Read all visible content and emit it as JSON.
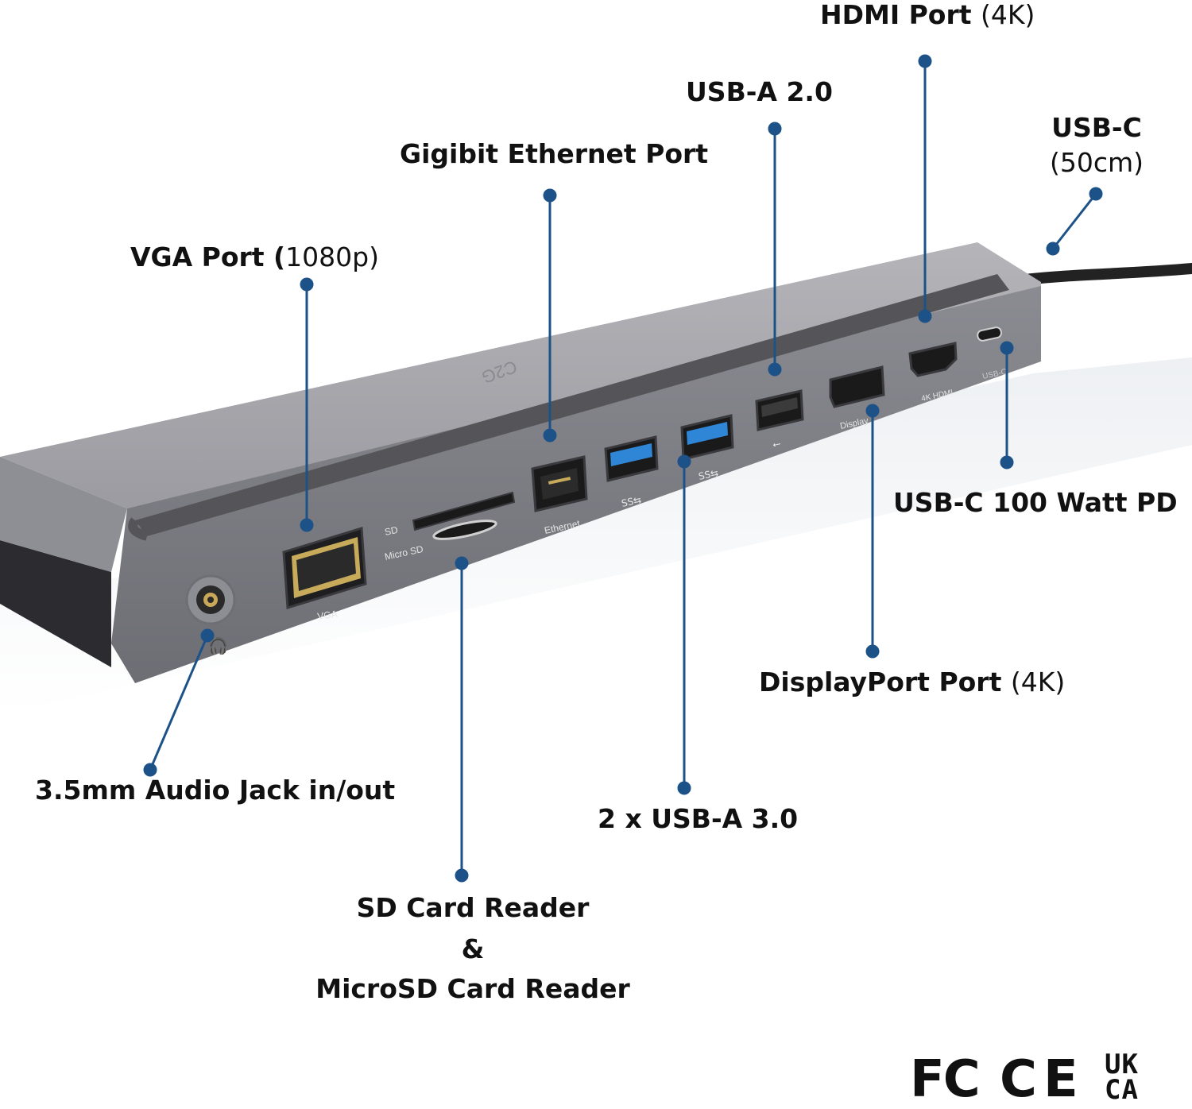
{
  "device": {
    "brand_mark": "C2G",
    "port_labels": {
      "vga": "VGA",
      "sd": "SD",
      "microsd": "Micro SD",
      "ethernet": "Ethernet",
      "ss_a": "SS⇆",
      "ss_b": "SS⇆",
      "displayport": "Display",
      "hdmi": "4K HDMI",
      "usbc": "USB-C"
    }
  },
  "callouts": {
    "hdmi": {
      "title": "HDMI Port",
      "detail": "(4K)"
    },
    "usb_a2": {
      "title": "USB-A 2.0"
    },
    "usb_c": {
      "title": "USB-C",
      "detail": "(50cm)"
    },
    "ethernet": {
      "title": "Gigibit Ethernet Port"
    },
    "vga": {
      "title": "VGA Port (",
      "detail": "1080p)"
    },
    "usbc_pd": {
      "title": "USB-C 100 Watt PD"
    },
    "displayport": {
      "title": "DisplayPort Port",
      "detail": "(4K)"
    },
    "audio": {
      "title": "3.5mm Audio Jack in/out"
    },
    "usb_a3": {
      "title": "2 x USB-A 3.0"
    },
    "card_reader": {
      "line1": "SD Card Reader",
      "line2": "&",
      "line3": "MicroSD Card Reader"
    }
  },
  "certifications": {
    "fcc": "FC",
    "ce": "CE",
    "ukca_top": "UK",
    "ukca_bottom": "CA"
  },
  "colors": {
    "callout_line": "#1d5288",
    "body_top": "#a6a6ab",
    "body_front": "#7c7c82",
    "port_dark": "#1a1a1a",
    "usb3_blue": "#2f86d6"
  }
}
